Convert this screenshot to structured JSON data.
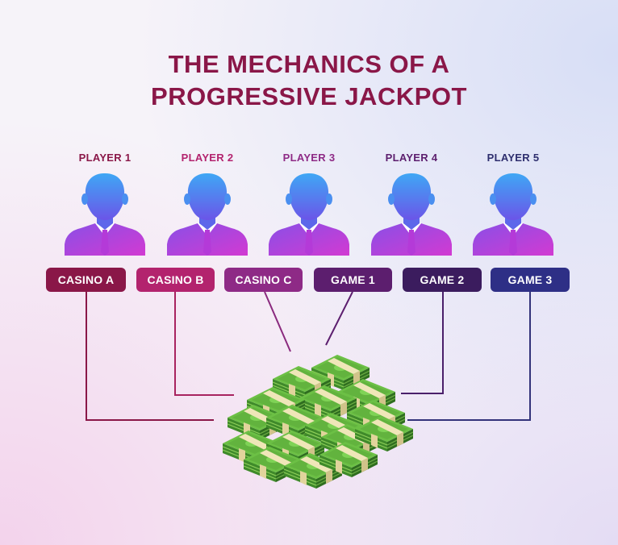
{
  "title": {
    "line1": "THE MECHANICS OF A",
    "line2": "PROGRESSIVE JACKPOT"
  },
  "players": [
    {
      "label": "PLAYER 1",
      "color": "#8a1748"
    },
    {
      "label": "PLAYER 2",
      "color": "#b3236e"
    },
    {
      "label": "PLAYER 3",
      "color": "#8e2a86"
    },
    {
      "label": "PLAYER 4",
      "color": "#5c1e6e"
    },
    {
      "label": "PLAYER 5",
      "color": "#2e2e6e"
    }
  ],
  "sources": [
    {
      "label": "CASINO A",
      "color": "#8a1748"
    },
    {
      "label": "CASINO B",
      "color": "#b3236e"
    },
    {
      "label": "CASINO C",
      "color": "#8e2a86"
    },
    {
      "label": "GAME 1",
      "color": "#5c1e6e"
    },
    {
      "label": "GAME 2",
      "color": "#3b1c5e"
    },
    {
      "label": "GAME 3",
      "color": "#2e2f86"
    }
  ],
  "icons": {
    "player": "person-icon",
    "jackpot": "cash-stack-icon"
  }
}
